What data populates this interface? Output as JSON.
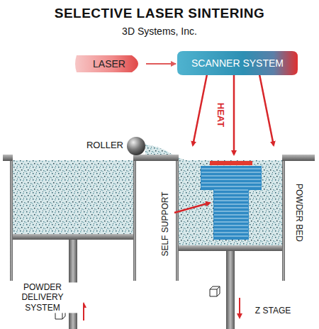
{
  "diagram": {
    "title": "SELECTIVE LASER SINTERING",
    "nodes": [
      {
        "text": [
          "LASER"
        ]
      },
      {
        "text": [
          "SCANNER SYSTEM"
        ]
      }
    ],
    "edges": [
      {
        "from": 0,
        "to": 1,
        "arrow": "to"
      }
    ],
    "labels": [
      "3D Systems, Inc.",
      "ROLLER",
      "HEAT",
      "SELF SUPPORT",
      "POWDER BED",
      "POWDER DELIVERY SYSTEM",
      "Z STAGE"
    ]
  }
}
